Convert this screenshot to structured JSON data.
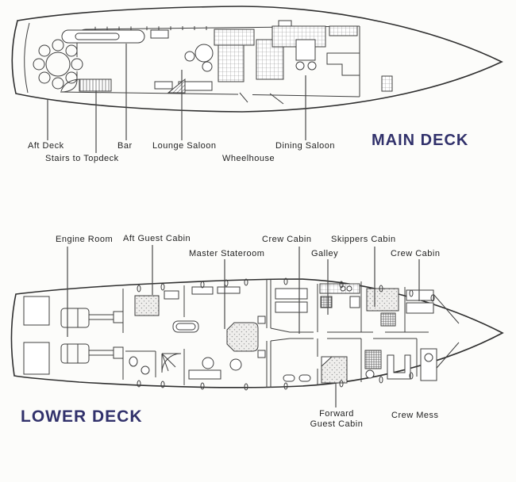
{
  "page": {
    "background_color": "#fcfcfa",
    "line_color": "#3f3f3f",
    "title_color": "#31316b",
    "label_color": "#1f1f1f",
    "description": "Yacht deck plan line drawing with two decks and callout labels"
  },
  "main_deck": {
    "title": "MAIN DECK",
    "labels": [
      {
        "id": "aft-deck",
        "text": "Aft Deck"
      },
      {
        "id": "stairs-to-topdeck",
        "text": "Stairs to Topdeck"
      },
      {
        "id": "bar",
        "text": "Bar"
      },
      {
        "id": "lounge-saloon",
        "text": "Lounge Saloon"
      },
      {
        "id": "wheelhouse",
        "text": "Wheelhouse"
      },
      {
        "id": "dining-saloon",
        "text": "Dining Saloon"
      }
    ]
  },
  "lower_deck": {
    "title": "LOWER DECK",
    "labels": [
      {
        "id": "engine-room",
        "text": "Engine Room"
      },
      {
        "id": "aft-guest-cabin",
        "text": "Aft Guest Cabin"
      },
      {
        "id": "master-stateroom",
        "text": "Master Stateroom"
      },
      {
        "id": "crew-cabin-aft",
        "text": "Crew Cabin"
      },
      {
        "id": "galley",
        "text": "Galley"
      },
      {
        "id": "skippers-cabin",
        "text": "Skippers Cabin"
      },
      {
        "id": "crew-cabin-forward",
        "text": "Crew Cabin"
      },
      {
        "id": "forward-guest-cabin",
        "text": "Forward Guest Cabin"
      },
      {
        "id": "crew-mess",
        "text": "Crew Mess"
      }
    ]
  }
}
